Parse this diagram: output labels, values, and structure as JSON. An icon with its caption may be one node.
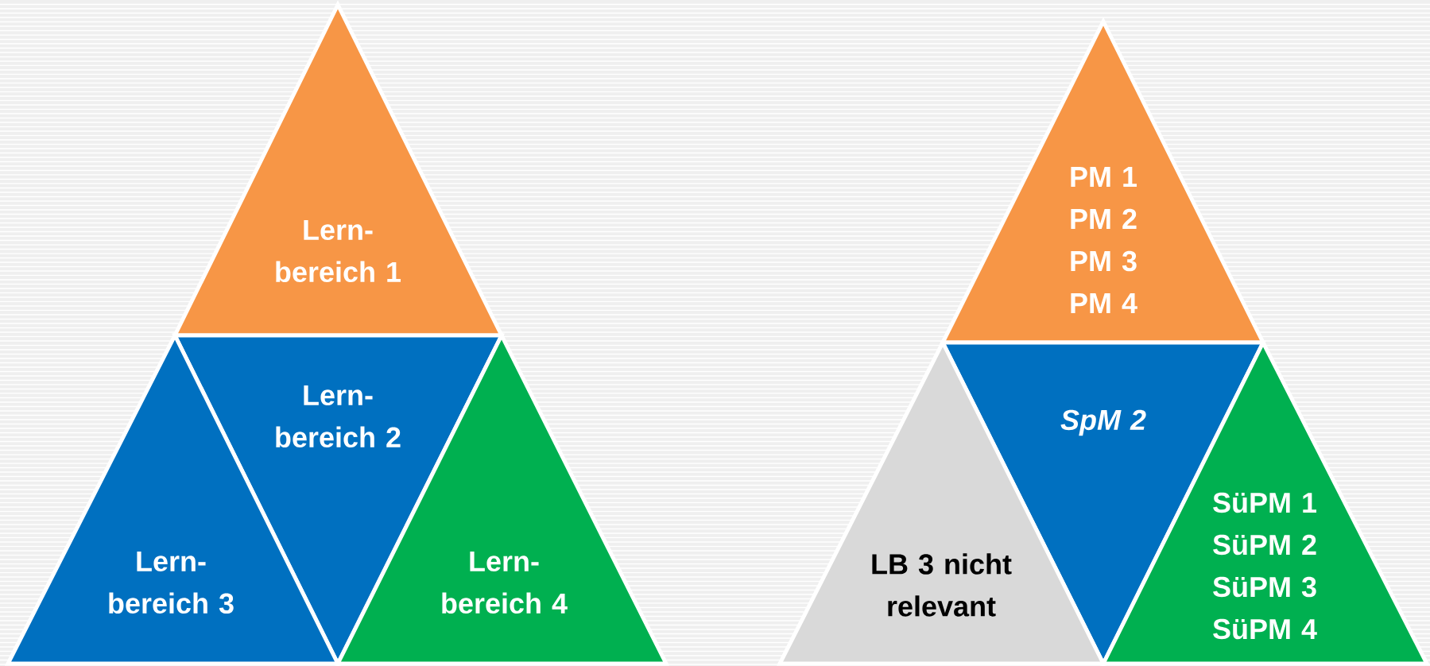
{
  "diagram": {
    "nodes": [
      {
        "text": [
          "Lern- bereich 1"
        ]
      },
      {
        "text": [
          "Lern- bereich 2"
        ]
      },
      {
        "text": [
          "Lern- bereich 3"
        ]
      },
      {
        "text": [
          "Lern- bereich 4"
        ]
      },
      {
        "text": [
          "PM 1",
          "PM 2",
          "PM 3",
          "PM 4"
        ]
      },
      {
        "text": [
          "SpM 2"
        ]
      },
      {
        "text": [
          "LB 3 nicht relevant"
        ]
      },
      {
        "text": [
          "SüPM 1",
          "SüPM 2",
          "SüPM 3",
          "SüPM 4"
        ]
      }
    ]
  }
}
